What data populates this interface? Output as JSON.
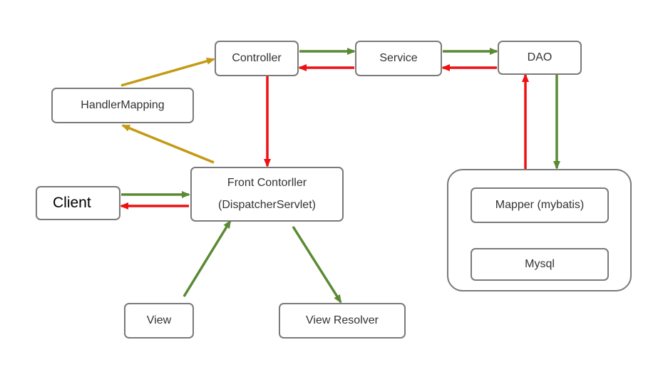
{
  "diagram": {
    "nodes": {
      "controller": "Controller",
      "service": "Service",
      "dao": "DAO",
      "handler_mapping": "HandlerMapping",
      "front_controller_line1": "Front Contorller",
      "front_controller_line2": "(DispatcherServlet)",
      "client": "Client",
      "mapper": "Mapper (mybatis)",
      "mysql": "Mysql",
      "view": "View",
      "view_resolver": "View Resolver"
    },
    "colors": {
      "request_arrow": "#5a8a33",
      "response_arrow": "#ee1111",
      "mapping_arrow": "#c49a14",
      "box_border": "#7a7a7a"
    }
  }
}
